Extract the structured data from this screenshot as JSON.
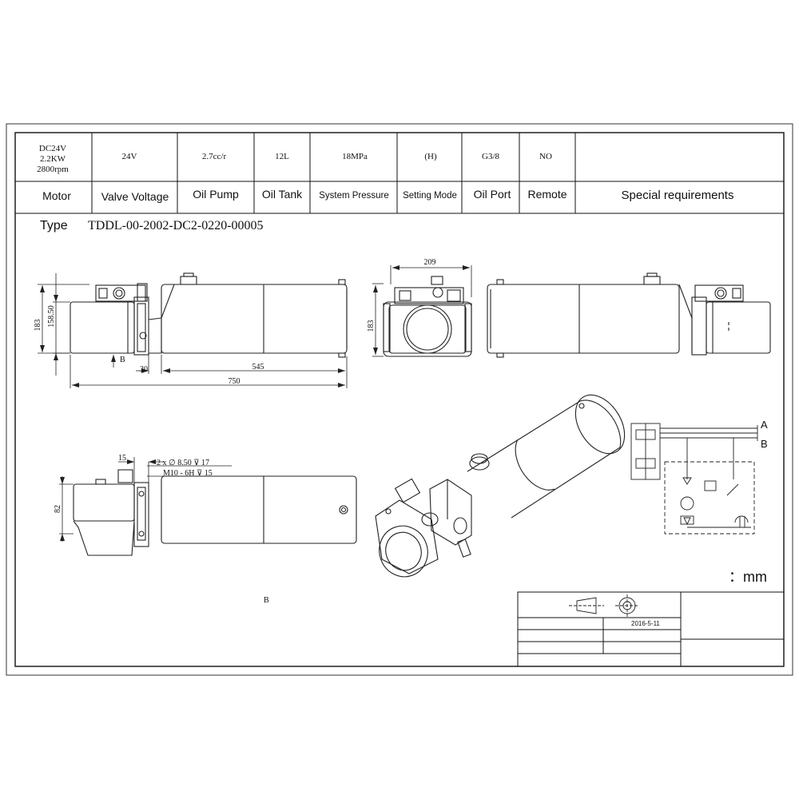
{
  "spec_table": {
    "values": {
      "motor": [
        "DC24V",
        "2.2KW",
        "2800rpm"
      ],
      "valve_voltage": "24V",
      "oil_pump": "2.7cc/r",
      "oil_tank": "12L",
      "system_pressure": "18MPa",
      "setting_mode": "(H)",
      "oil_port": "G3/8",
      "remote": "NO",
      "special_requirements": ""
    },
    "headers": {
      "motor": "Motor",
      "valve_voltage": "Valve Voltage",
      "oil_pump": "Oil Pump",
      "oil_tank": "Oil Tank",
      "system_pressure": "System Pressure",
      "setting_mode": "Setting Mode",
      "oil_port": "Oil Port",
      "remote": "Remote",
      "special_requirements": "Special requirements"
    }
  },
  "type_line": {
    "label": "Type",
    "code": "TDDL-00-2002-DC2-0220-00005"
  },
  "dimensions": {
    "height_183": "183",
    "height_158": "158.50",
    "length_545": "545",
    "length_750": "750",
    "offset_30": "30",
    "mark_b": "B",
    "width_209": "209",
    "height_183_end": "183",
    "dim_15": "15",
    "hole_spec": "2 x ∅ 8.50 ⊽ 17",
    "thread_spec": "M10 - 6H ⊽ 15",
    "height_82": "82",
    "view_label_b": "B"
  },
  "schematic": {
    "port_a": "A",
    "port_b": "B"
  },
  "units": "：mm",
  "title_block": {
    "date": "2016-5-11"
  }
}
